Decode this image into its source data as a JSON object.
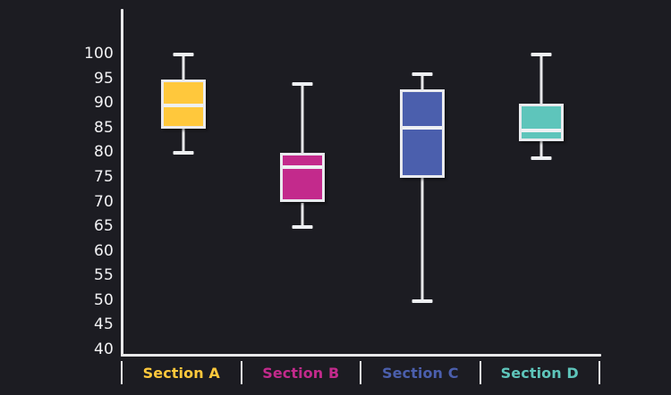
{
  "chart_data": {
    "type": "box",
    "title": "",
    "xlabel": "",
    "ylabel": "",
    "ylim": [
      40,
      100
    ],
    "y_ticks": [
      100,
      95,
      90,
      85,
      80,
      75,
      70,
      65,
      60,
      55,
      50,
      45,
      40
    ],
    "grid": false,
    "legend_position": "bottom",
    "categories": [
      "Section A",
      "Section B",
      "Section C",
      "Section D"
    ],
    "colors": [
      "#ffc83c",
      "#c32a8c",
      "#4b5fad",
      "#5ec5bb"
    ],
    "series": [
      {
        "name": "Section A",
        "color": "#ffc83c",
        "whisker_low": 80,
        "q1": 85,
        "median": 90,
        "q3": 95,
        "whisker_high": 100
      },
      {
        "name": "Section B",
        "color": "#c32a8c",
        "whisker_low": 65,
        "q1": 70,
        "median": 77.5,
        "q3": 80,
        "whisker_high": 94
      },
      {
        "name": "Section C",
        "color": "#4b5fad",
        "whisker_low": 50,
        "q1": 75,
        "median": 85.5,
        "q3": 93,
        "whisker_high": 96
      },
      {
        "name": "Section D",
        "color": "#5ec5bb",
        "whisker_low": 79,
        "q1": 82.5,
        "median": 85,
        "q3": 90,
        "whisker_high": 100
      }
    ]
  },
  "legend": {
    "items": [
      {
        "label": "Section A",
        "color": "#ffc83c"
      },
      {
        "label": "Section B",
        "color": "#c32a8c"
      },
      {
        "label": "Section C",
        "color": "#4b5fad"
      },
      {
        "label": "Section D",
        "color": "#5ec5bb"
      }
    ]
  },
  "theme": {
    "background": "#1c1c22",
    "axis": "#e8e8ea",
    "tick_text": "#f2f2f4"
  }
}
